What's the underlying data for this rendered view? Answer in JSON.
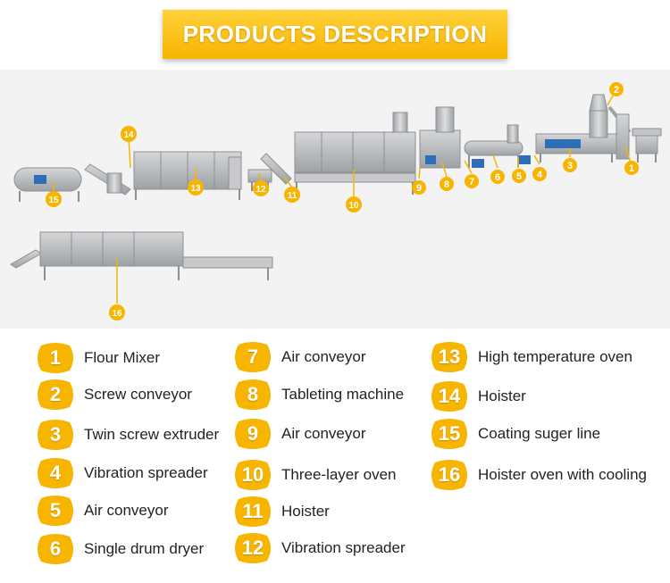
{
  "header": {
    "title": "PRODUCTS DESCRIPTION"
  },
  "colors": {
    "accent": "#f7b500",
    "accent_light": "#ffd23a",
    "machine": "#b7b9bb",
    "machine_dark": "#8d9093",
    "motor_blue": "#2e6db8",
    "panel_bg": "#f3f3f3"
  },
  "markers": [
    "1",
    "2",
    "3",
    "4",
    "5",
    "6",
    "7",
    "8",
    "9",
    "10",
    "11",
    "12",
    "13",
    "14",
    "15",
    "16"
  ],
  "legend": [
    {
      "num": "1",
      "label": "Flour Mixer"
    },
    {
      "num": "2",
      "label": "Screw conveyor"
    },
    {
      "num": "3",
      "label": "Twin screw extruder"
    },
    {
      "num": "4",
      "label": "Vibration spreader"
    },
    {
      "num": "5",
      "label": "Air conveyor"
    },
    {
      "num": "6",
      "label": "Single drum dryer"
    },
    {
      "num": "7",
      "label": "Air conveyor"
    },
    {
      "num": "8",
      "label": "Tableting machine"
    },
    {
      "num": "9",
      "label": "Air conveyor"
    },
    {
      "num": "10",
      "label": "Three-layer oven"
    },
    {
      "num": "11",
      "label": "Hoister"
    },
    {
      "num": "12",
      "label": "Vibration spreader"
    },
    {
      "num": "13",
      "label": "High temperature oven"
    },
    {
      "num": "14",
      "label": "Hoister"
    },
    {
      "num": "15",
      "label": "Coating suger line"
    },
    {
      "num": "16",
      "label": "Hoister oven with cooling"
    }
  ]
}
